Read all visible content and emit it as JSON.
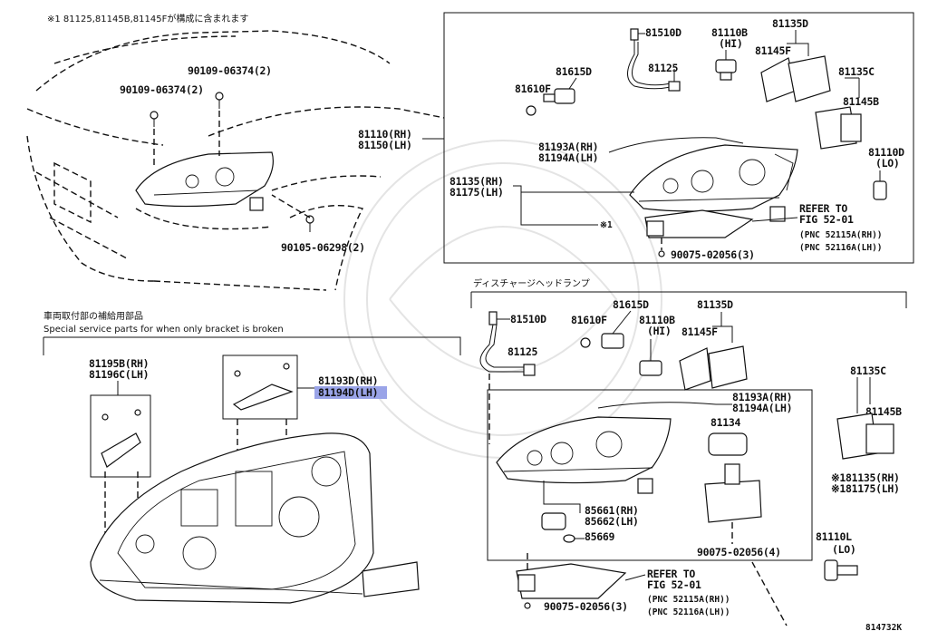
{
  "note": "※1 81125,81145B,81145Fが構成に含まれます",
  "diagram_id": "814732K",
  "top_left": {
    "clip1": "90109-06374(2)",
    "clip2": "90109-06374(2)",
    "assy_rh": "81110(RH)",
    "assy_lh": "81150(LH)",
    "screw": "90105-06298(2)"
  },
  "top_right": {
    "p81510D": "81510D",
    "p81110B": "81110B",
    "hi": "(HI)",
    "p81135D": "81135D",
    "p81145F": "81145F",
    "p81615D": "81615D",
    "p81125": "81125",
    "p81610F": "81610F",
    "p81135C": "81135C",
    "p81145B": "81145B",
    "p81193A": "81193A(RH)",
    "p81194A": "81194A(LH)",
    "p81110D": "81110D",
    "lo": "(LO)",
    "p81135": "81135(RH)",
    "p81175": "81175(LH)",
    "mark": "※1",
    "refer": "REFER TO",
    "fig": "FIG 52-01",
    "pnc1": "(PNC 52115A(RH))",
    "pnc2": "(PNC 52116A(LH))",
    "bolt": "90075-02056(3)"
  },
  "bottom_left": {
    "title_jp": "車両取付部の補給用部品",
    "title_en": "Special service parts for when only bracket is broken",
    "p81195B": "81195B(RH)",
    "p81196C": "81196C(LH)",
    "p81193D": "81193D(RH)",
    "p81194D": "81194D(LH)"
  },
  "bottom_right": {
    "title": "ディスチャージヘッドランプ",
    "p81510D": "81510D",
    "p81615D": "81615D",
    "p81610F": "81610F",
    "p81110B": "81110B",
    "hi": "(HI)",
    "p81135D": "81135D",
    "p81145F": "81145F",
    "p81125": "81125",
    "p81135C": "81135C",
    "p81145B": "81145B",
    "p81193A": "81193A(RH)",
    "p81194A": "81194A(LH)",
    "p81134": "81134",
    "p81135": "※181135(RH)",
    "p81175": "※181175(LH)",
    "p85661": "85661(RH)",
    "p85662": "85662(LH)",
    "p85669": "85669",
    "bolt4": "90075-02056(4)",
    "p81110L": "81110L",
    "lo": "(LO)",
    "refer": "REFER TO",
    "fig": "FIG 52-01",
    "pnc1": "(PNC 52115A(RH))",
    "pnc2": "(PNC 52116A(LH))",
    "bolt3": "90075-02056(3)"
  },
  "colors": {
    "ink": "#111111",
    "highlight": "#9aa4e8",
    "watermark": "#e4e4e4"
  }
}
